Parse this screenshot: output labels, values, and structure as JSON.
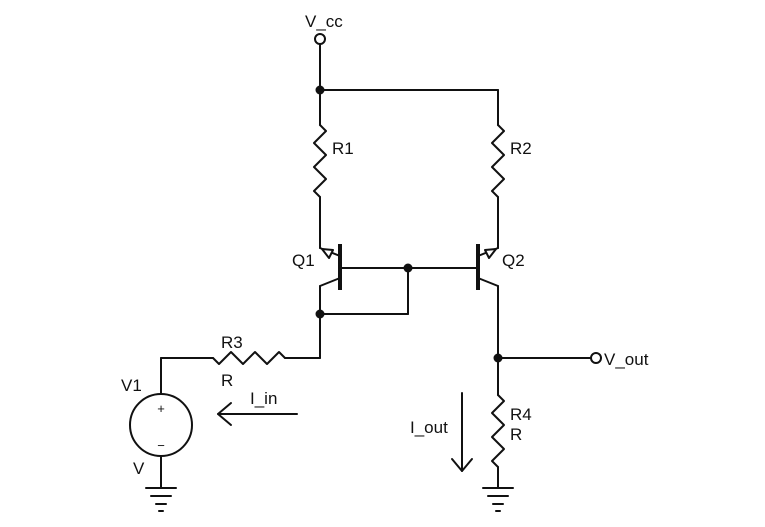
{
  "labels": {
    "vcc": "V_cc",
    "r1": "R1",
    "r2": "R2",
    "r3": "R3",
    "r3_value": "R",
    "r4": "R4",
    "r4_value": "R",
    "q1": "Q1",
    "q2": "Q2",
    "v1": "V1",
    "v1_value": "V",
    "v1_plus": "+",
    "v1_minus": "−",
    "vout": "V_out",
    "iin": "I_in",
    "iout": "I_out"
  }
}
